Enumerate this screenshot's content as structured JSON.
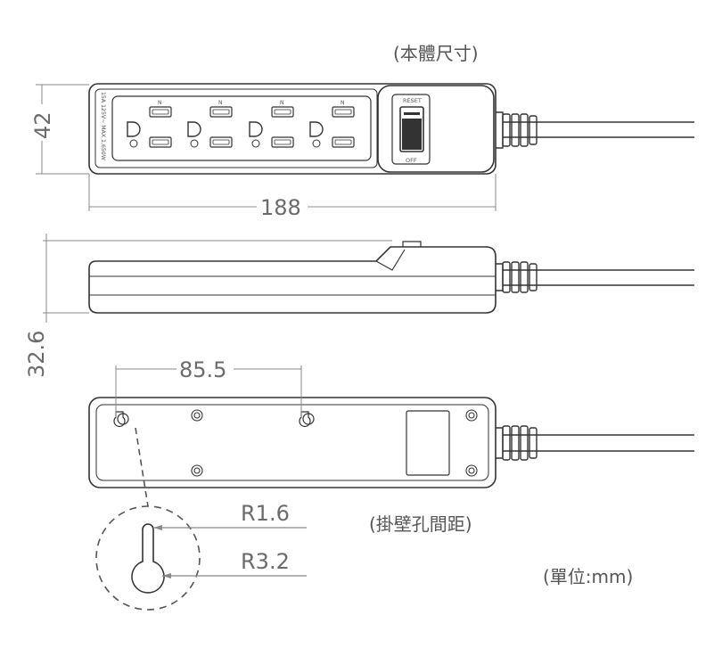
{
  "labels": {
    "body_size_caption": "(本體尺寸)",
    "hang_hole_caption": "(掛壁孔間距)",
    "unit_caption": "(單位:mm)"
  },
  "dimensions": {
    "height": "42",
    "length": "188",
    "thickness": "32.6",
    "hole_spacing": "85.5",
    "hole_small_radius": "R1.6",
    "hole_large_radius": "R3.2"
  },
  "device": {
    "rating_text": "15A 125V~ MAX 1,650W",
    "switch_top_label": "RESET",
    "switch_bottom_label": "OFF",
    "outlet_top_mark": "N",
    "outlet_count": 4
  },
  "colors": {
    "line": "#333333",
    "dimension_line": "#888888",
    "text": "#555555"
  }
}
